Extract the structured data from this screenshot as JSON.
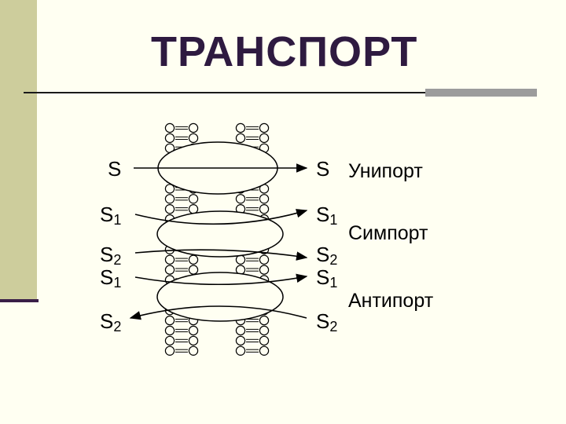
{
  "title": "ТРАНСПОРТ",
  "labels": {
    "uniport_in": "S",
    "uniport_out": "S",
    "uniport_name": "Унипорт",
    "symport_in_1": "S",
    "symport_in_1_sub": "1",
    "symport_out_1": "S",
    "symport_out_1_sub": "1",
    "symport_name": "Симпорт",
    "symport_in_2": "S",
    "symport_in_2_sub": "2",
    "symport_out_2": "S",
    "symport_out_2_sub": "2",
    "antiport_in_1": "S",
    "antiport_in_1_sub": "1",
    "antiport_out_1": "S",
    "antiport_out_1_sub": "1",
    "antiport_name": "Антипорт",
    "antiport_in_2": "S",
    "antiport_in_2_sub": "2",
    "antiport_out_2": "S",
    "antiport_out_2_sub": "2"
  }
}
